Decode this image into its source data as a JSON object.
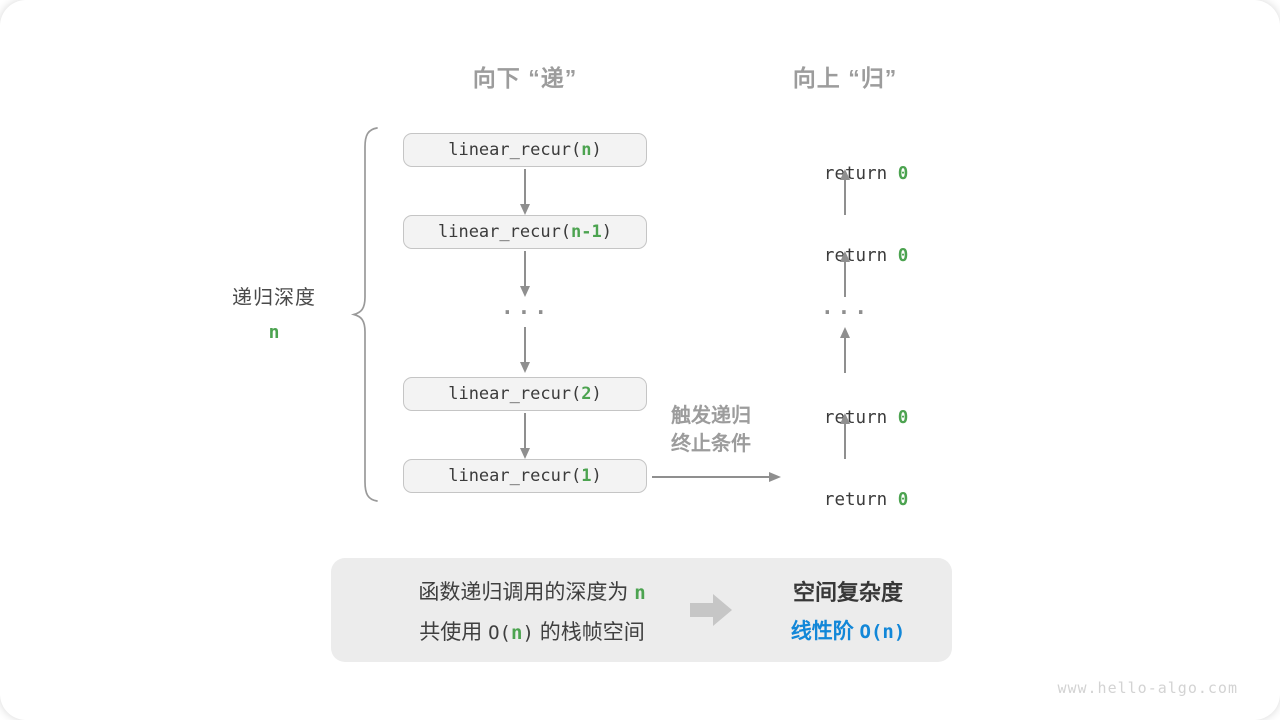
{
  "colors": {
    "green": "#4ca350",
    "blue": "#1287d8",
    "gray_label": "#9c9c9c",
    "arrow_gray": "#8f8f8f"
  },
  "headers": {
    "down": "向下 “递”",
    "up": "向上 “归”"
  },
  "depth": {
    "label": "递归深度",
    "value": "n"
  },
  "calls": [
    {
      "prefix": "linear_recur(",
      "arg": "n",
      "suffix": ")"
    },
    {
      "prefix": "linear_recur(",
      "arg": "n-1",
      "suffix": ")"
    },
    {
      "prefix": "linear_recur(",
      "arg": "2",
      "suffix": ")"
    },
    {
      "prefix": "linear_recur(",
      "arg": "1",
      "suffix": ")"
    }
  ],
  "returns": [
    {
      "keyword": "return ",
      "value": "0"
    },
    {
      "keyword": "return ",
      "value": "0"
    },
    {
      "keyword": "return ",
      "value": "0"
    },
    {
      "keyword": "return ",
      "value": "0"
    }
  ],
  "ellipsis": "...",
  "trigger": {
    "line1": "触发递归",
    "line2": "终止条件"
  },
  "summary": {
    "line1_text": "函数递归调用的深度为 ",
    "line1_value": "n",
    "line2_pre": "共使用 ",
    "line2_open": "O(",
    "line2_var": "n",
    "line2_close": ")",
    "line2_post": " 的栈帧空间",
    "result_title": "空间复杂度",
    "result_prefix": "线性阶 ",
    "result_value": "O(n)"
  },
  "watermark": "www.hello-algo.com"
}
